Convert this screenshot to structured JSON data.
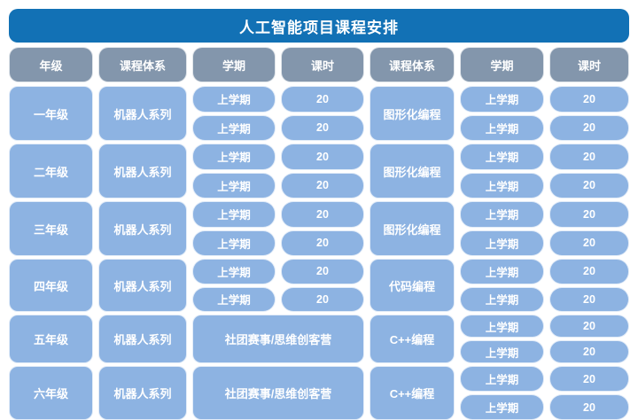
{
  "title": "人工智能项目课程安排",
  "header": {
    "columns": [
      "年级",
      "课程体系",
      "学期",
      "课时",
      "课程体系",
      "学期",
      "课时"
    ]
  },
  "rows": [
    {
      "grade": "一年级",
      "course_system_left": "机器人系列",
      "left_terms": [
        {
          "semester": "上学期",
          "hours": "20"
        },
        {
          "semester": "上学期",
          "hours": "20"
        }
      ],
      "course_system_right": "图形化编程",
      "right_terms": [
        {
          "semester": "上学期",
          "hours": "20"
        },
        {
          "semester": "上学期",
          "hours": "20"
        }
      ]
    },
    {
      "grade": "二年级",
      "course_system_left": "机器人系列",
      "left_terms": [
        {
          "semester": "上学期",
          "hours": "20"
        },
        {
          "semester": "上学期",
          "hours": "20"
        }
      ],
      "course_system_right": "图形化编程",
      "right_terms": [
        {
          "semester": "上学期",
          "hours": "20"
        },
        {
          "semester": "上学期",
          "hours": "20"
        }
      ]
    },
    {
      "grade": "三年级",
      "course_system_left": "机器人系列",
      "left_terms": [
        {
          "semester": "上学期",
          "hours": "20"
        },
        {
          "semester": "上学期",
          "hours": "20"
        }
      ],
      "course_system_right": "图形化编程",
      "right_terms": [
        {
          "semester": "上学期",
          "hours": "20"
        },
        {
          "semester": "上学期",
          "hours": "20"
        }
      ]
    },
    {
      "grade": "四年级",
      "course_system_left": "机器人系列",
      "left_terms": [
        {
          "semester": "上学期",
          "hours": "20"
        },
        {
          "semester": "上学期",
          "hours": "20"
        }
      ],
      "course_system_right": "代码编程",
      "right_terms": [
        {
          "semester": "上学期",
          "hours": "20"
        },
        {
          "semester": "上学期",
          "hours": "20"
        }
      ]
    },
    {
      "grade": "五年级",
      "course_system_left": "机器人系列",
      "club_label": "社团赛事/思维创客营",
      "course_system_right": "C++编程",
      "right_terms": [
        {
          "semester": "上学期",
          "hours": "20"
        },
        {
          "semester": "上学期",
          "hours": "20"
        }
      ]
    },
    {
      "grade": "六年级",
      "course_system_left": "机器人系列",
      "club_label": "社团赛事/思维创客营",
      "course_system_right": "C++编程",
      "right_terms": [
        {
          "semester": "上学期",
          "hours": "20"
        },
        {
          "semester": "上学期",
          "hours": "20"
        }
      ]
    }
  ],
  "chart_data": {
    "type": "table",
    "title": "人工智能项目课程安排",
    "columns": [
      "年级",
      "课程体系",
      "学期",
      "课时",
      "课程体系",
      "学期",
      "课时"
    ],
    "rows": [
      [
        "一年级",
        "机器人系列",
        "上学期",
        "20",
        "图形化编程",
        "上学期",
        "20"
      ],
      [
        "一年级",
        "机器人系列",
        "上学期",
        "20",
        "图形化编程",
        "上学期",
        "20"
      ],
      [
        "二年级",
        "机器人系列",
        "上学期",
        "20",
        "图形化编程",
        "上学期",
        "20"
      ],
      [
        "二年级",
        "机器人系列",
        "上学期",
        "20",
        "图形化编程",
        "上学期",
        "20"
      ],
      [
        "三年级",
        "机器人系列",
        "上学期",
        "20",
        "图形化编程",
        "上学期",
        "20"
      ],
      [
        "三年级",
        "机器人系列",
        "上学期",
        "20",
        "图形化编程",
        "上学期",
        "20"
      ],
      [
        "四年级",
        "机器人系列",
        "上学期",
        "20",
        "代码编程",
        "上学期",
        "20"
      ],
      [
        "四年级",
        "机器人系列",
        "上学期",
        "20",
        "代码编程",
        "上学期",
        "20"
      ],
      [
        "五年级",
        "机器人系列",
        "社团赛事/思维创客营",
        "社团赛事/思维创客营",
        "C++编程",
        "上学期",
        "20"
      ],
      [
        "五年级",
        "机器人系列",
        "社团赛事/思维创客营",
        "社团赛事/思维创客营",
        "C++编程",
        "上学期",
        "20"
      ],
      [
        "六年级",
        "机器人系列",
        "社团赛事/思维创客营",
        "社团赛事/思维创客营",
        "C++编程",
        "上学期",
        "20"
      ],
      [
        "六年级",
        "机器人系列",
        "社团赛事/思维创客营",
        "社团赛事/思维创客营",
        "C++编程",
        "上学期",
        "20"
      ]
    ]
  },
  "colors": {
    "title_bg": "#1271B5",
    "header_bg": "#8396AC",
    "cell_bg": "#8DB3E2",
    "text_color": "#FFFFFF",
    "page_bg": "#FFFFFF"
  }
}
